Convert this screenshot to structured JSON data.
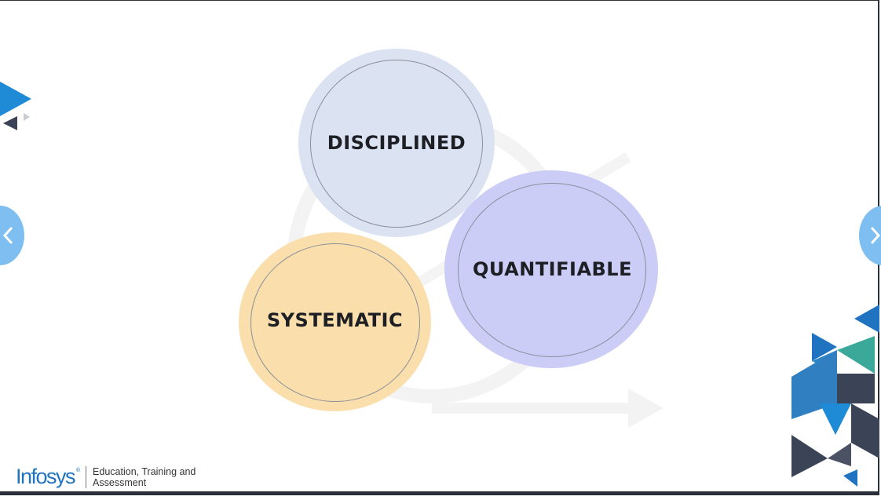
{
  "slide": {
    "circles": {
      "disciplined": "DISCIPLINED",
      "quantifiable": "QUANTIFIABLE",
      "systematic": "SYSTEMATIC"
    }
  },
  "navigation": {
    "prev_icon": "chevron-left-icon",
    "next_icon": "chevron-right-icon"
  },
  "branding": {
    "logo_word": "Infosys",
    "logo_mark": "®",
    "tagline_line1": "Education, Training and",
    "tagline_line2": "Assessment"
  },
  "colors": {
    "disciplined_fill": "#dbe3f2",
    "quantifiable_fill": "#cccdf7",
    "systematic_fill": "#fadfad",
    "brand_blue": "#1f73c0",
    "accent_teal": "#3aa99a",
    "dark_slate": "#3b4456"
  }
}
